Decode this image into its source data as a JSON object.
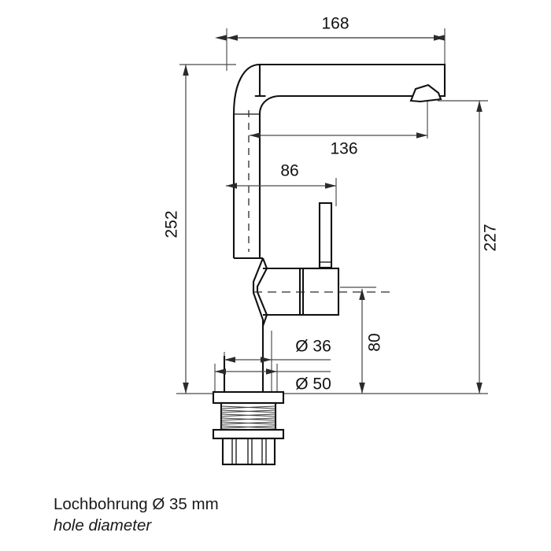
{
  "drawing": {
    "title": "faucet-technical-drawing",
    "units": "mm",
    "line_color": "#111111",
    "dim_color": "#4a4a4a",
    "background": "#ffffff"
  },
  "dimensions": {
    "spout_reach_total": {
      "label": "168",
      "orientation": "horizontal",
      "position": "top"
    },
    "spout_reach_outlet": {
      "label": "136",
      "orientation": "horizontal",
      "position": "upper-middle"
    },
    "spout_offset": {
      "label": "86",
      "orientation": "horizontal",
      "position": "middle"
    },
    "total_height": {
      "label": "252",
      "orientation": "vertical",
      "position": "left"
    },
    "spout_height": {
      "label": "227",
      "orientation": "vertical",
      "position": "right"
    },
    "body_height": {
      "label": "80",
      "orientation": "vertical",
      "position": "inner-right"
    },
    "shank_diameter": {
      "label": "Ø 36",
      "orientation": "horizontal",
      "position": "base-upper"
    },
    "base_diameter": {
      "label": "Ø 50",
      "orientation": "horizontal",
      "position": "base-lower"
    }
  },
  "caption": {
    "german": "Lochbohrung Ø 35 mm",
    "english": "hole diameter"
  }
}
